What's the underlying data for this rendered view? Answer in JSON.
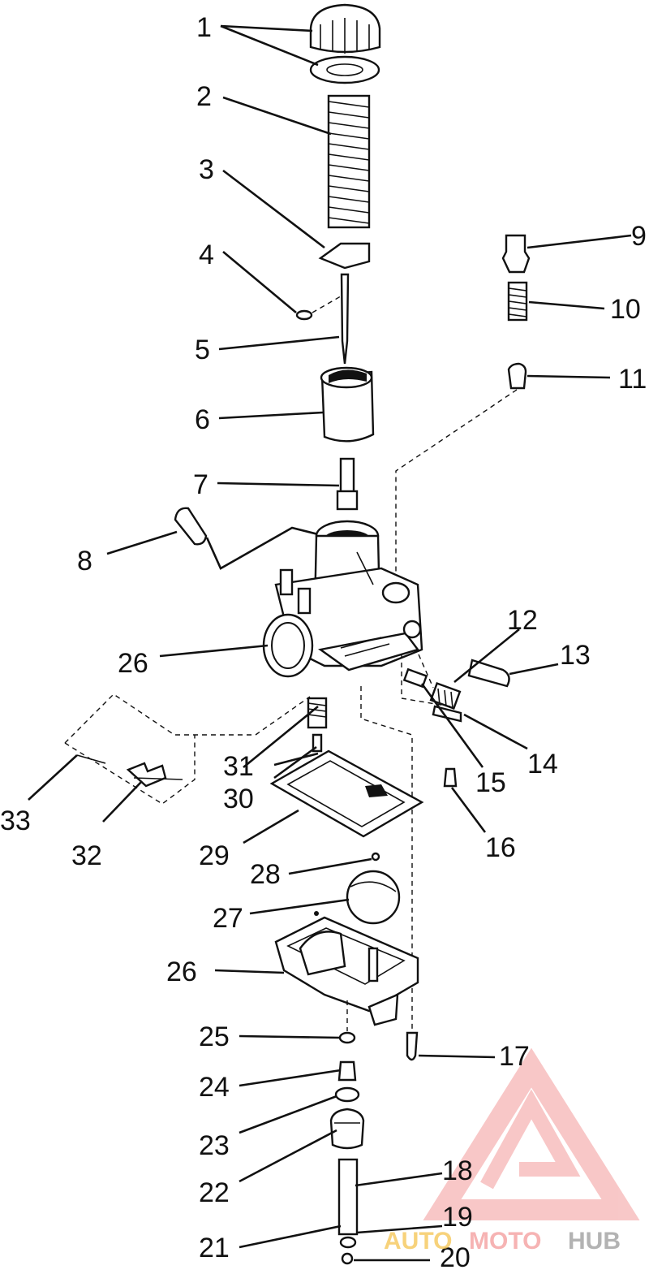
{
  "diagram": {
    "part_numbers": [
      "1",
      "2",
      "3",
      "4",
      "5",
      "6",
      "7",
      "8",
      "9",
      "10",
      "11",
      "12",
      "13",
      "14",
      "15",
      "16",
      "17",
      "18",
      "19",
      "20",
      "21",
      "22",
      "23",
      "24",
      "25",
      "26",
      "27",
      "28",
      "29",
      "30",
      "31",
      "32",
      "33"
    ],
    "repeated_label": "26"
  },
  "watermark": {
    "brand_part_1": "AUTO",
    "brand_part_2": "MOTO",
    "brand_part_3": "HUB",
    "colors": {
      "auto": "#f5c44f",
      "moto": "#f39a9a",
      "hub": "#9a9a9a",
      "logo": "#f39a9a"
    }
  },
  "colors": {
    "ink": "#111111",
    "background": "#ffffff"
  }
}
